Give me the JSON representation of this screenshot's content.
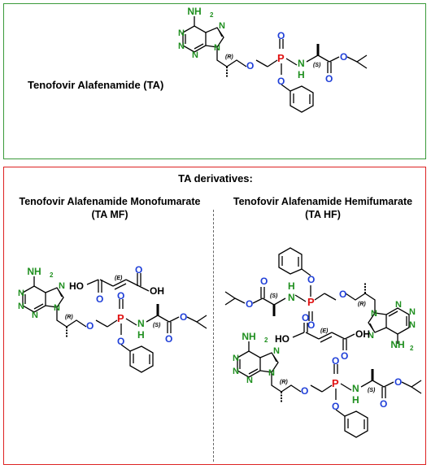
{
  "top": {
    "name": "Tenofovir Alafenamide (TA)"
  },
  "bottom": {
    "heading": "TA derivatives:",
    "left_name": "Tenofovir Alafenamide Monofumarate",
    "left_abbr": "(TA MF)",
    "right_name": "Tenofovir Alafenamide Hemifumarate",
    "right_abbr": "(TA HF)"
  },
  "atoms": {
    "N": "N",
    "NH": "N",
    "H": "H",
    "NH2": "NH",
    "sub2": "2",
    "O": "O",
    "P": "P",
    "HO": "HO",
    "OH": "OH",
    "R": "(R)",
    "S": "(S)",
    "E": "(E)"
  },
  "colors": {
    "nitrogen": "#1f8f1f",
    "oxygen": "#1f3fd8",
    "phosphorus": "#e01010",
    "frame_top": "#3a9a3a",
    "frame_bottom": "#d22222"
  }
}
